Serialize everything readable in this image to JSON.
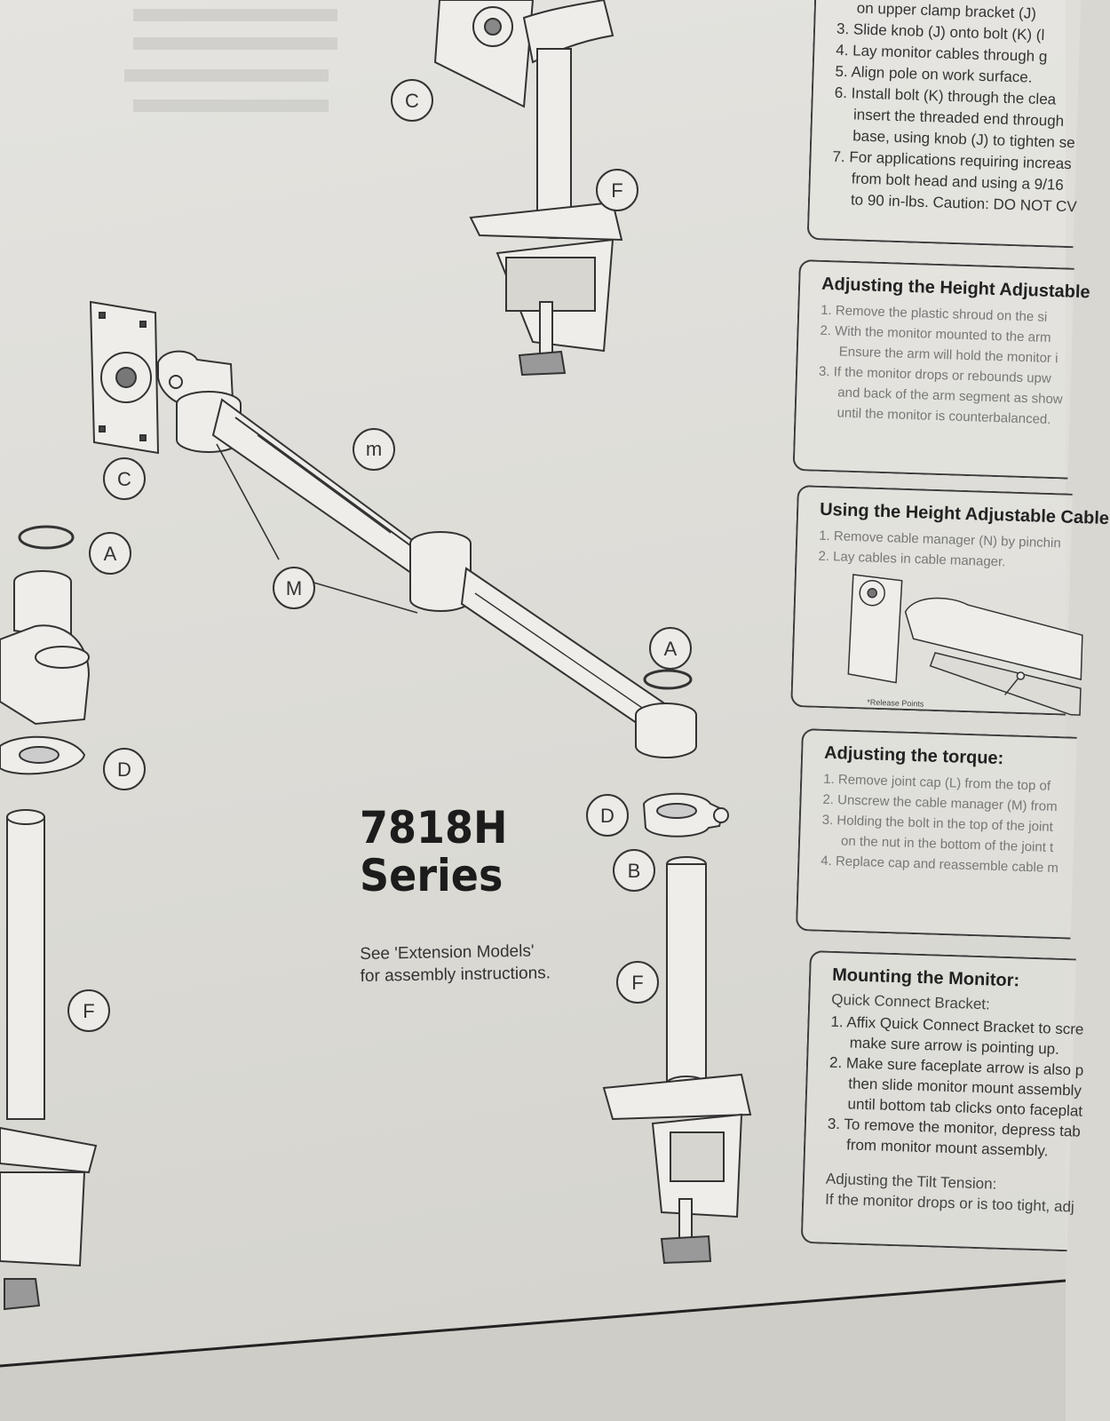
{
  "model": {
    "title_line1": "7818H",
    "title_line2": "Series",
    "note_line1": "See 'Extension Models'",
    "note_line2": "for assembly instructions."
  },
  "callouts": {
    "c_top": "C",
    "f_top": "F",
    "m_small": "m",
    "c_mid": "C",
    "a_left": "A",
    "m_big": "M",
    "a_right": "A",
    "d_left": "D",
    "d_right": "D",
    "b": "B",
    "f_mid": "F",
    "f_left": "F"
  },
  "panels": {
    "top": {
      "steps": [
        "on upper clamp bracket (J)",
        "3. Slide knob (J) onto bolt (K) (l",
        "4. Lay monitor cables through g",
        "5. Align pole on work surface.",
        "6. Install bolt (K) through the clea",
        "insert the threaded end through",
        "base, using knob (J) to tighten se",
        "7. For applications requiring increas",
        "from bolt head and using a 9/16",
        "to 90 in-lbs. Caution: DO NOT CV"
      ]
    },
    "height": {
      "title": "Adjusting the Height Adjustable",
      "steps": [
        "1. Remove the plastic shroud on the si",
        "2. With the monitor mounted to the arm",
        "Ensure the arm will hold the monitor i",
        "3. If the monitor drops or rebounds upw",
        "and back of the arm segment as show",
        "until the monitor is counterbalanced."
      ]
    },
    "cable": {
      "title": "Using the Height Adjustable Cable",
      "steps": [
        "1. Remove cable manager (N) by pinchin",
        "2. Lay cables in cable manager."
      ],
      "release_label": "*Release Points"
    },
    "torque": {
      "title": "Adjusting the torque:",
      "steps": [
        "1. Remove joint cap (L) from the top of",
        "2. Unscrew the cable manager (M) from",
        "3. Holding the bolt in the top of the joint",
        "on the nut in the bottom of the joint t",
        "4. Replace cap and reassemble cable m"
      ]
    },
    "mount": {
      "title": "Mounting the Monitor:",
      "subtitle": "Quick Connect Bracket:",
      "steps": [
        "1. Affix Quick Connect Bracket to scre",
        "make sure arrow is pointing up.",
        "2. Make sure faceplate arrow is also p",
        "then slide monitor mount assembly",
        "until bottom tab clicks onto faceplat",
        "3. To remove the monitor, depress tab",
        "from monitor mount assembly."
      ],
      "tilt_title": "Adjusting the Tilt Tension:",
      "tilt_text": "If the monitor drops or is too tight, adj"
    }
  }
}
